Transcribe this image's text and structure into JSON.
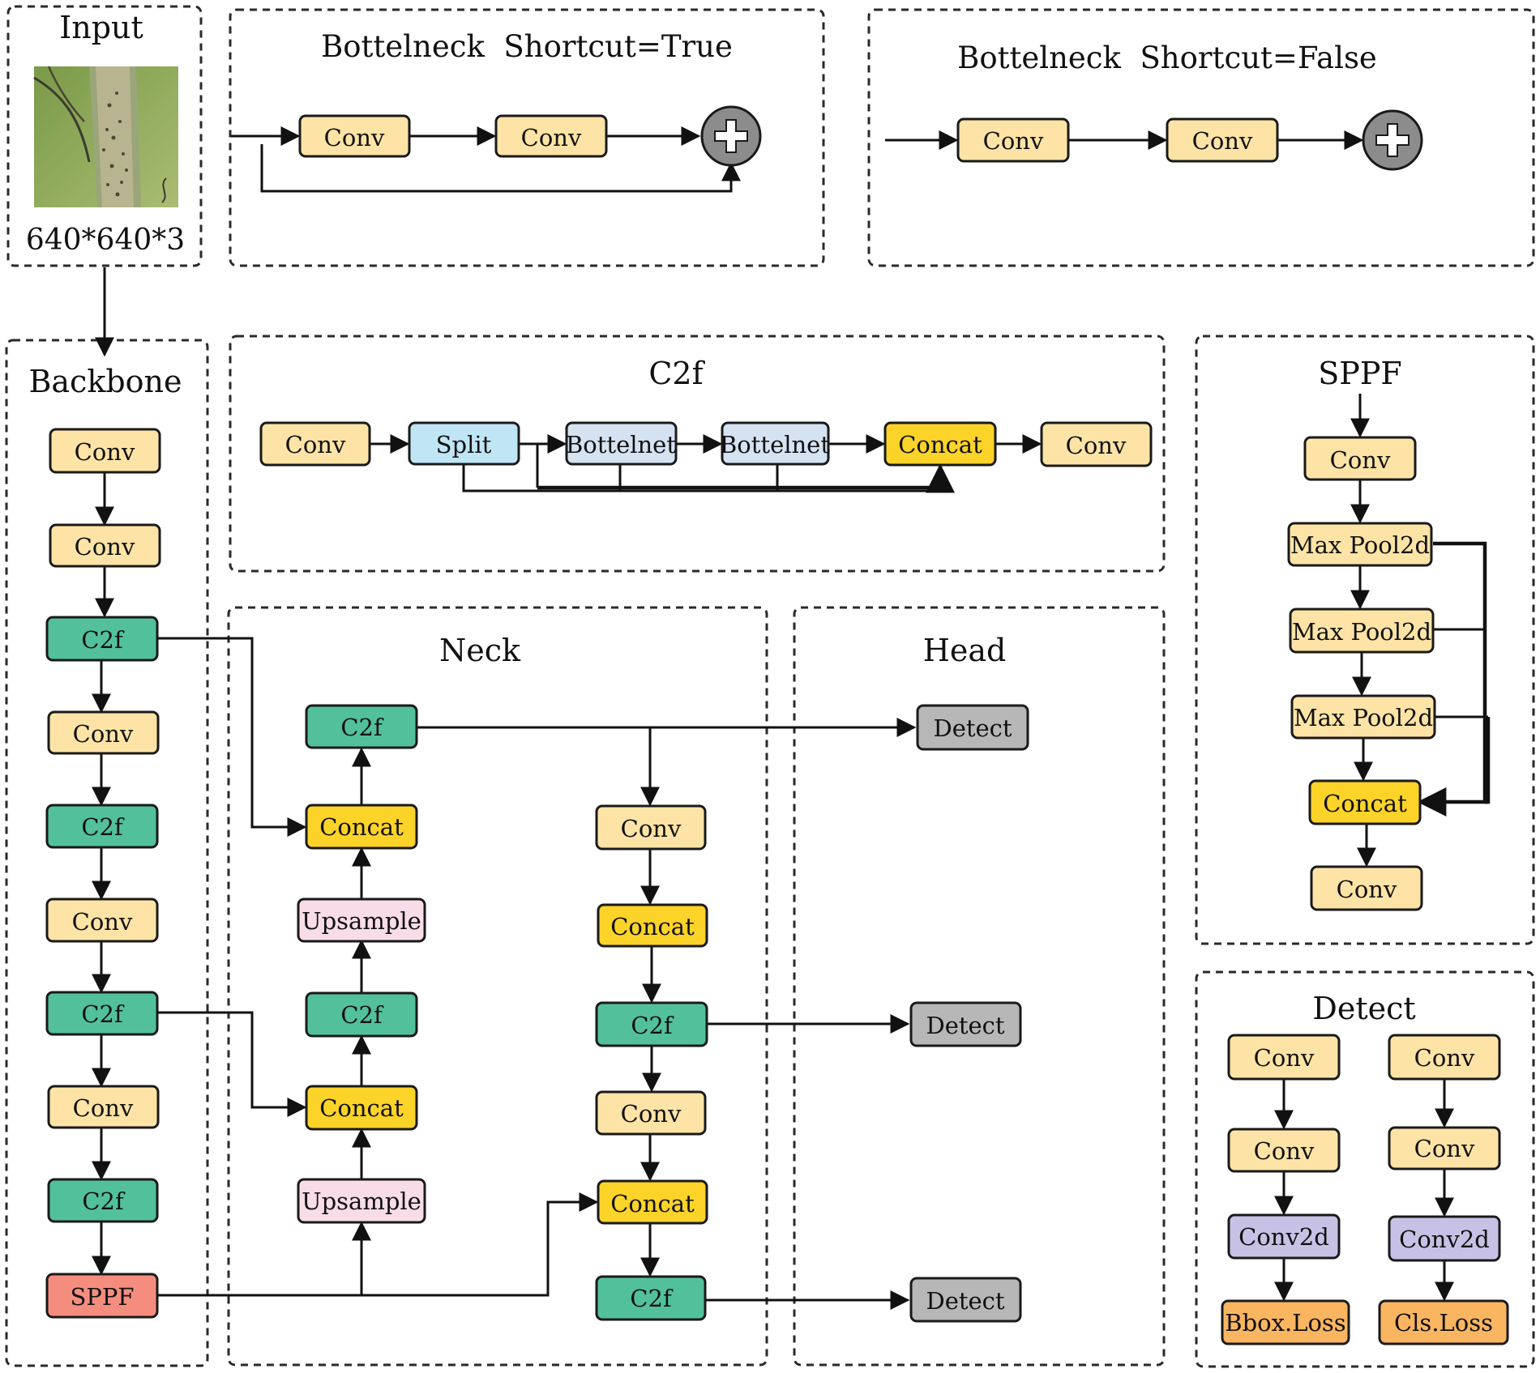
{
  "colors": {
    "conv": "#fde4a6",
    "c2f": "#52c19b",
    "concat": "#fcd328",
    "upsample": "#f8dde8",
    "sppf": "#f58d7f",
    "detect": "#b7b7b7",
    "split": "#c0e6f6",
    "bottleneck": "#d5e2f2",
    "conv2d": "#c7c2e5",
    "loss": "#f9b560",
    "add": "#8c8c8c"
  },
  "panels": {
    "input": {
      "title": "Input",
      "size": "640*640*3"
    },
    "bt_true": {
      "title": "Bottelneck  Shortcut=True",
      "nodes": [
        "Conv",
        "Conv"
      ]
    },
    "bt_false": {
      "title": "Bottelneck  Shortcut=False",
      "nodes": [
        "Conv",
        "Conv"
      ]
    },
    "backbone": {
      "title": "Backbone",
      "nodes": [
        "Conv",
        "Conv",
        "C2f",
        "Conv",
        "C2f",
        "Conv",
        "C2f",
        "Conv",
        "C2f",
        "SPPF"
      ]
    },
    "c2f": {
      "title": "C2f",
      "nodes": [
        "Conv",
        "Split",
        "Bottelnet",
        "Bottelnet",
        "Concat",
        "Conv"
      ]
    },
    "sppf": {
      "title": "SPPF",
      "nodes": [
        "Conv",
        "Max Pool2d",
        "Max Pool2d",
        "Max Pool2d",
        "Concat",
        "Conv"
      ]
    },
    "neck": {
      "title": "Neck",
      "left": [
        "C2f",
        "Concat",
        "Upsample",
        "C2f",
        "Concat",
        "Upsample"
      ],
      "right": [
        "Conv",
        "Concat",
        "C2f",
        "Conv",
        "Concat",
        "C2f"
      ]
    },
    "head": {
      "title": "Head",
      "nodes": [
        "Detect",
        "Detect",
        "Detect"
      ]
    },
    "detect": {
      "title": "Detect",
      "left": [
        "Conv",
        "Conv",
        "Conv2d",
        "Bbox.Loss"
      ],
      "right": [
        "Conv",
        "Conv",
        "Conv2d",
        "Cls.Loss"
      ]
    }
  }
}
